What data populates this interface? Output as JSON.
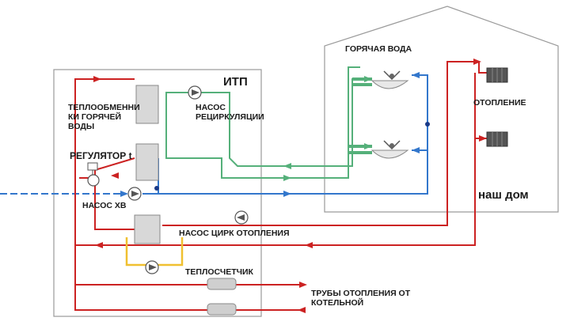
{
  "labels": {
    "itp": "ИТП",
    "hot_water": "ГОРЯЧАЯ ВОДА",
    "heat_exchangers": "ТЕПЛООБМЕННИ\nКИ ГОРЯЧЕЙ\nВОДЫ",
    "recirc_pump": "НАСОС\nРЕЦИРКУЛЯЦИИ",
    "regulator": "РЕГУЛЯТОР t",
    "cold_pump": "НАСОС ХВ",
    "heating_circ_pump": "НАСОС ЦИРК ОТОПЛЕНИЯ",
    "heat_meter": "ТЕПЛОСЧЕТЧИК",
    "boiler_pipes": "ТРУБЫ ОТОПЛЕНИЯ ОТ\nКОТЕЛЬНОЙ",
    "heating": "ОТОПЛЕНИЕ",
    "our_house": "наш дом"
  },
  "colors": {
    "supply": "#cc2222",
    "hot_water": "#55b07a",
    "cold_water": "#3377cc",
    "meter_loop": "#f0c030",
    "outline": "#9a9a9a"
  }
}
